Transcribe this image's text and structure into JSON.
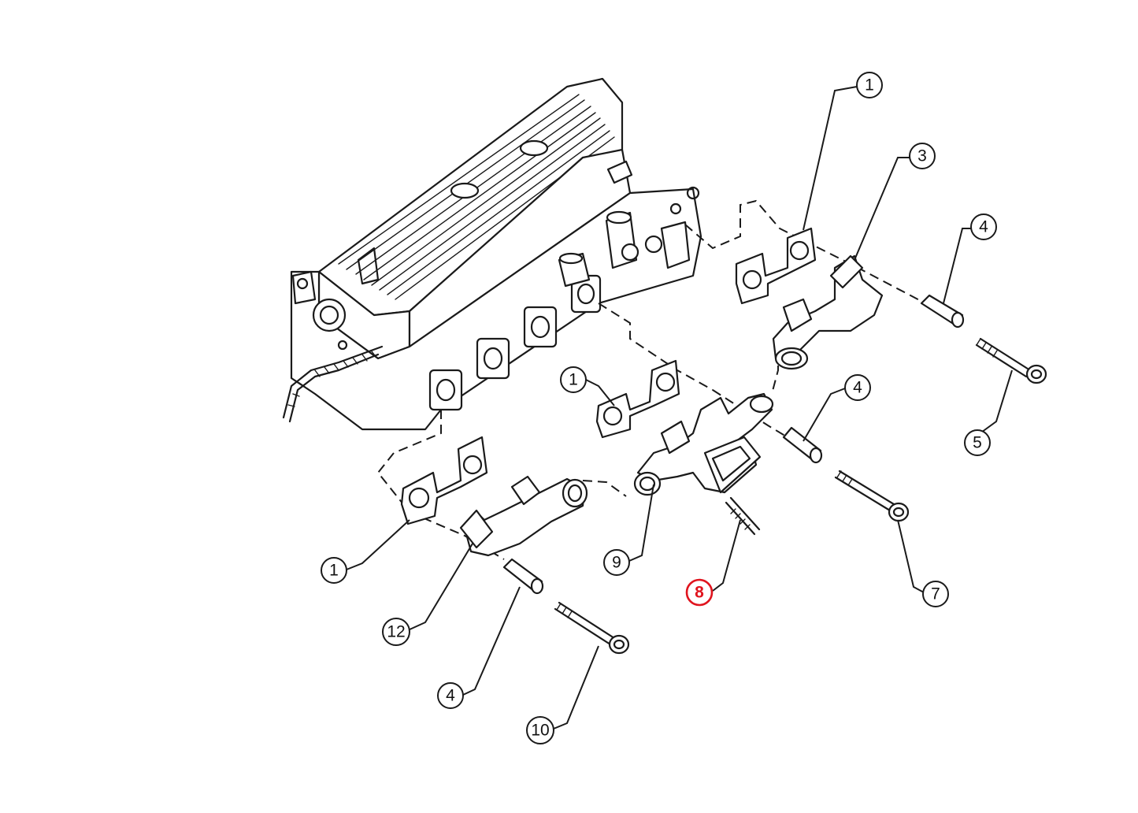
{
  "callouts": [
    {
      "id": "c1a",
      "label": "1"
    },
    {
      "id": "c3",
      "label": "3"
    },
    {
      "id": "c4a",
      "label": "4"
    },
    {
      "id": "c5",
      "label": "5"
    },
    {
      "id": "c1b",
      "label": "1"
    },
    {
      "id": "c4b",
      "label": "4"
    },
    {
      "id": "c1c",
      "label": "1"
    },
    {
      "id": "c9",
      "label": "9"
    },
    {
      "id": "c8",
      "label": "8"
    },
    {
      "id": "c7",
      "label": "7"
    },
    {
      "id": "c12",
      "label": "12"
    },
    {
      "id": "c4c",
      "label": "4"
    },
    {
      "id": "c10",
      "label": "10"
    }
  ],
  "highlight_color": "#e0141e",
  "line_color": "#1a1a1a"
}
